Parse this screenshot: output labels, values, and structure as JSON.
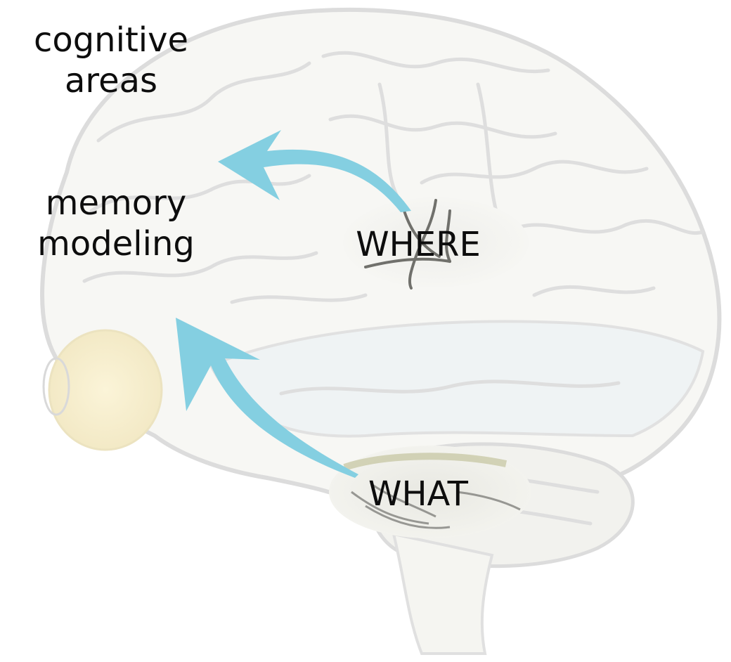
{
  "labels": {
    "cognitive_line1": "cognitive",
    "cognitive_line2": "areas",
    "memory_line1": "memory",
    "memory_line2": "modeling",
    "where": "WHERE",
    "what": "WHAT"
  },
  "colors": {
    "arrow": "#84cfe1",
    "text": "#0d0d0d",
    "brain_outline": "#d9d9d9",
    "brain_fill": "#f6f6f3",
    "eye": "#f7efcf",
    "cerebellum": "#eeeeea"
  },
  "icons": {
    "brain": "brain-illustration",
    "arrows": [
      "arrow-up-left",
      "arrow-up-left"
    ]
  }
}
